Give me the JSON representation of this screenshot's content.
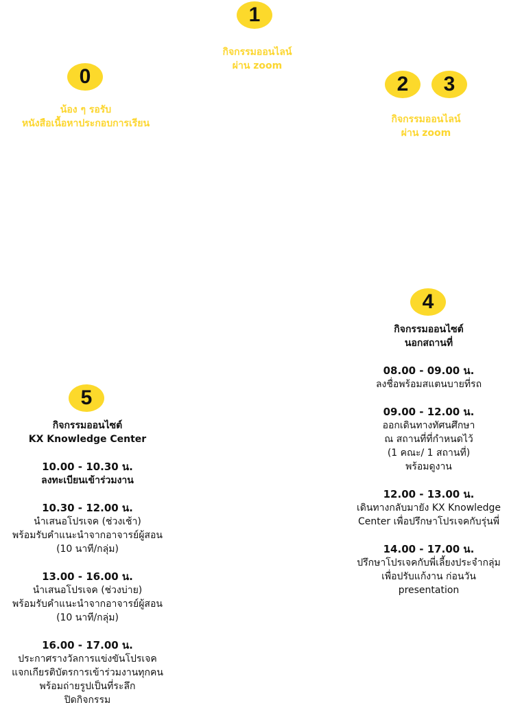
{
  "accent_color": "#fcd92b",
  "steps": {
    "s0": {
      "number": "0",
      "lines": [
        "น้อง ๆ รอรับ",
        "หนังสือเนื้อหาประกอบการเรียน"
      ]
    },
    "s1": {
      "number": "1",
      "lines": [
        "กิจกรรมออนไลน์",
        "ผ่าน zoom"
      ]
    },
    "s2": {
      "number": "2"
    },
    "s3": {
      "number": "3",
      "lines": [
        "กิจกรรมออนไลน์",
        "ผ่าน zoom"
      ]
    },
    "s4": {
      "number": "4",
      "title": [
        "กิจกรรมออนไซต์",
        "นอกสถานที่"
      ],
      "schedule": [
        {
          "time": "08.00 - 09.00 น.",
          "lines": [
            "ลงชื่อพร้อมสแตนบายที่รถ"
          ]
        },
        {
          "time": "09.00 - 12.00 น.",
          "lines": [
            "ออกเดินทางทัศนศึกษา",
            "ณ สถานที่ที่กำหนดไว้",
            "(1 คณะ/ 1 สถานที่)",
            "พร้อมดูงาน"
          ]
        },
        {
          "time": "12.00 - 13.00 น.",
          "lines": [
            "เดินทางกลับมายัง KX Knowledge",
            "Center เพื่อปรึกษาโปรเจคกับรุ่นพี่"
          ]
        },
        {
          "time": "14.00 - 17.00 น.",
          "lines": [
            "ปรึกษาโปรเจคกับพี่เลี้ยงประจำกลุ่ม",
            "เพื่อปรับแก้งาน ก่อนวัน",
            "presentation"
          ]
        }
      ]
    },
    "s5": {
      "number": "5",
      "title": [
        "กิจกรรมออนไซต์",
        "KX Knowledge Center"
      ],
      "schedule": [
        {
          "time": "10.00 - 10.30 น.",
          "lines": [
            "ลงทะเบียนเข้าร่วมงาน"
          ]
        },
        {
          "time": "10.30 - 12.00 น.",
          "lines": [
            "นำเสนอโปรเจค (ช่วงเช้า)",
            "พร้อมรับคำแนะนำจากอาจารย์ผู้สอน",
            "(10 นาที/กลุ่ม)"
          ]
        },
        {
          "time": "13.00 - 16.00 น.",
          "lines": [
            "นำเสนอโปรเจค (ช่วงบ่าย)",
            "พร้อมรับคำแนะนำจากอาจารย์ผู้สอน",
            "(10 นาที/กลุ่ม)"
          ]
        },
        {
          "time": "16.00 - 17.00 น.",
          "lines": [
            "ประกาศรางวัลการแข่งขันโปรเจค",
            "แจกเกียรติบัตรการเข้าร่วมงานทุกคน",
            "พร้อมถ่ายรูปเป็นที่ระลึก",
            "ปิดกิจกรรม"
          ]
        }
      ]
    }
  }
}
